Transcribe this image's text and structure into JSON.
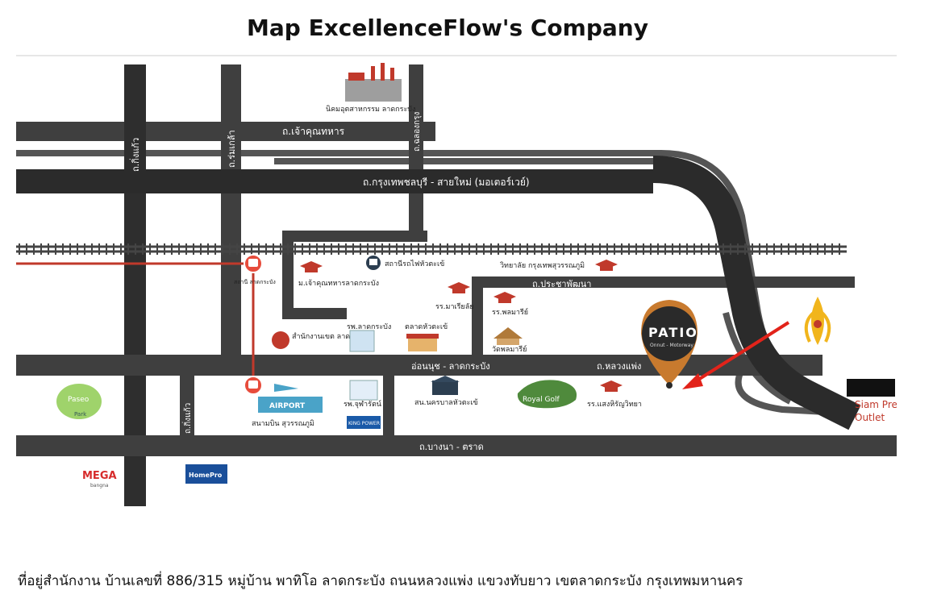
{
  "title": "Map ExcellenceFlow's Company",
  "address": "ที่อยู่สำนักงาน บ้านเลขที่ 886/315 หมู่บ้าน พาทิโอ ลาดกระบัง ถนนหลวงแพ่ง แขวงทับยาว เขตลาดกระบัง กรุงเทพมหานคร",
  "roads": {
    "kingkaew": "ถ.กิ่งแก้ว",
    "ladkrabang_top": "ถ.เจ้าคุณทหาร",
    "motorway": "ถ.กรุงเทพชลบุรี - สายใหม่ (มอเตอร์เวย์)",
    "romklao": "ถ.ร่มเกล้า",
    "chalongkrung": "ถ.ฉลองกรุง",
    "prachapattana": "ถ.ประชาพัฒนา",
    "onnut": "อ่อนนุช - ลาดกระบัง",
    "luangphaeng": "ถ.หลวงแพ่ง",
    "bangna": "ถ.บางนา - ตราด",
    "kingkaew_short": "ถ.กิ่งแก้ว"
  },
  "places": {
    "industrial_estate": "นิคมอุตสาหกรรม ลาดกระบัง",
    "station": "สถานีรถไฟหัวตะเข้",
    "kmitl": "ม.เจ้าคุณทหารลาดกระบัง",
    "airport_link_station": "สถานี ลาดกระบัง",
    "district_office": "สำนักงานเขต ลาดกระบัง",
    "hospital": "รพ.ลาดกระบัง",
    "market": "ตลาดหัวตะเข้",
    "school1": "รร.มาเรียลัย",
    "school2": "รร.พลมารีย์",
    "temple": "วัดพลมารีย์",
    "college": "วิทยาลัย กรุงเทพสุวรรณภูมิ",
    "airport": "สนามบิน สุวรรณภูมิ",
    "hospital2": "รพ.จุฬารัตน์",
    "police": "สน.นครบาลหัวตะเข้",
    "royal_golf": "Royal Golf",
    "school3": "รร.แสงหิรัญวิทยา",
    "siam_premium": "Siam Premium Outlet",
    "patio": "PATIO",
    "patio_sub": "Onnut - Motorway",
    "paseo": "Paseo",
    "paseo_sub": "Park",
    "mega": "MEGA",
    "mega_sub": "bangna",
    "homepro": "HomePro",
    "king_power": "KING POWER",
    "airport_sign": "AIRPORT"
  },
  "colors": {
    "road": "#3f3f3f",
    "motorway": "#2b2b2b",
    "rail": "#c0392b",
    "accent_red": "#e2231a",
    "patio_pin": "#c87a2e",
    "pin_dark": "#2a2a2a"
  }
}
